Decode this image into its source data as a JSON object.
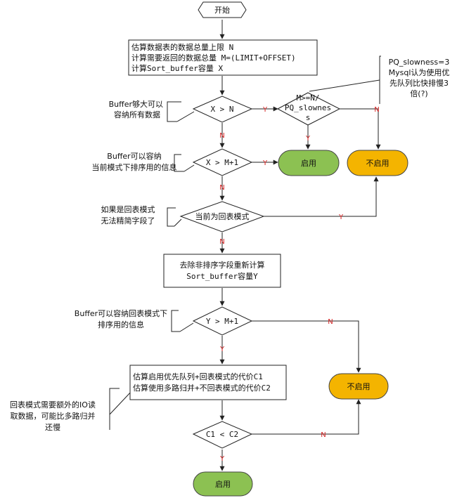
{
  "nodes": {
    "start": "开始",
    "estimate": [
      "估算数据表的数据总量上限 N",
      "计算需要返回的数据总量 M=(LIMIT+OFFSET)",
      "计算Sort_buffer容量 X"
    ],
    "d1": "X > N",
    "d2": [
      "M>=N/",
      "PQ_slownes",
      "s"
    ],
    "d3": "X > M+1",
    "enable1": "启用",
    "disable1": "不启用",
    "d4": "当前为回表模式",
    "recalc": [
      "去除非排序字段重新计算",
      "Sort_buffer容量Y"
    ],
    "d5": "Y > M+1",
    "cost": [
      "估算启用优先队列+回表模式的代价C1",
      "估算使用多路归并+不回表模式的代价C2"
    ],
    "disable2": "不启用",
    "d6": "C1 < C2",
    "enable2": "启用"
  },
  "notes": {
    "note1": [
      "Buffer够大可以",
      "容纳所有数据"
    ],
    "note2": [
      "Buffer可以容纳",
      "当前模式下排序用的信息"
    ],
    "note3": [
      "如果是回表模式",
      "无法精简字段了"
    ],
    "note4": [
      "Buffer可以容纳回表模式下",
      "排序用的信息"
    ],
    "note5": [
      "回表模式需要额外的IO读",
      "取数据，可能比多路归并",
      "还慢"
    ],
    "note6": [
      "PQ_slowness=3",
      "Mysql认为使用优",
      "先队列比快排慢3",
      "倍(?)"
    ]
  },
  "edges": {
    "yes": "Y",
    "no": "N"
  },
  "colors": {
    "enable": "#8cc152",
    "disable": "#f4b400",
    "edge_label": "#d42020"
  }
}
